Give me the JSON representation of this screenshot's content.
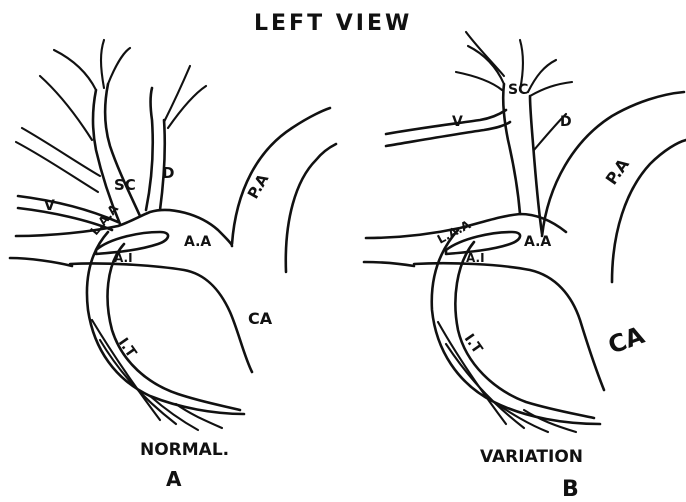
{
  "title": "LEFT VIEW",
  "panel_a": {
    "caption": "NORMAL.",
    "letter": "A",
    "labels": {
      "sc": "SC",
      "d": "D",
      "v": "V",
      "pa": "P.A",
      "laa": "L.A.A",
      "aa": "A.A",
      "ai": "A.I",
      "it": "I.T",
      "ca": "CA"
    }
  },
  "panel_b": {
    "caption": "VARIATION",
    "letter": "B",
    "labels": {
      "sc": "SC",
      "d": "D",
      "v": "V",
      "pa": "P.A",
      "laa": "L.A.A",
      "aa": "A.A",
      "ai": "A.I",
      "it": "I.T",
      "ca": "CA"
    }
  }
}
